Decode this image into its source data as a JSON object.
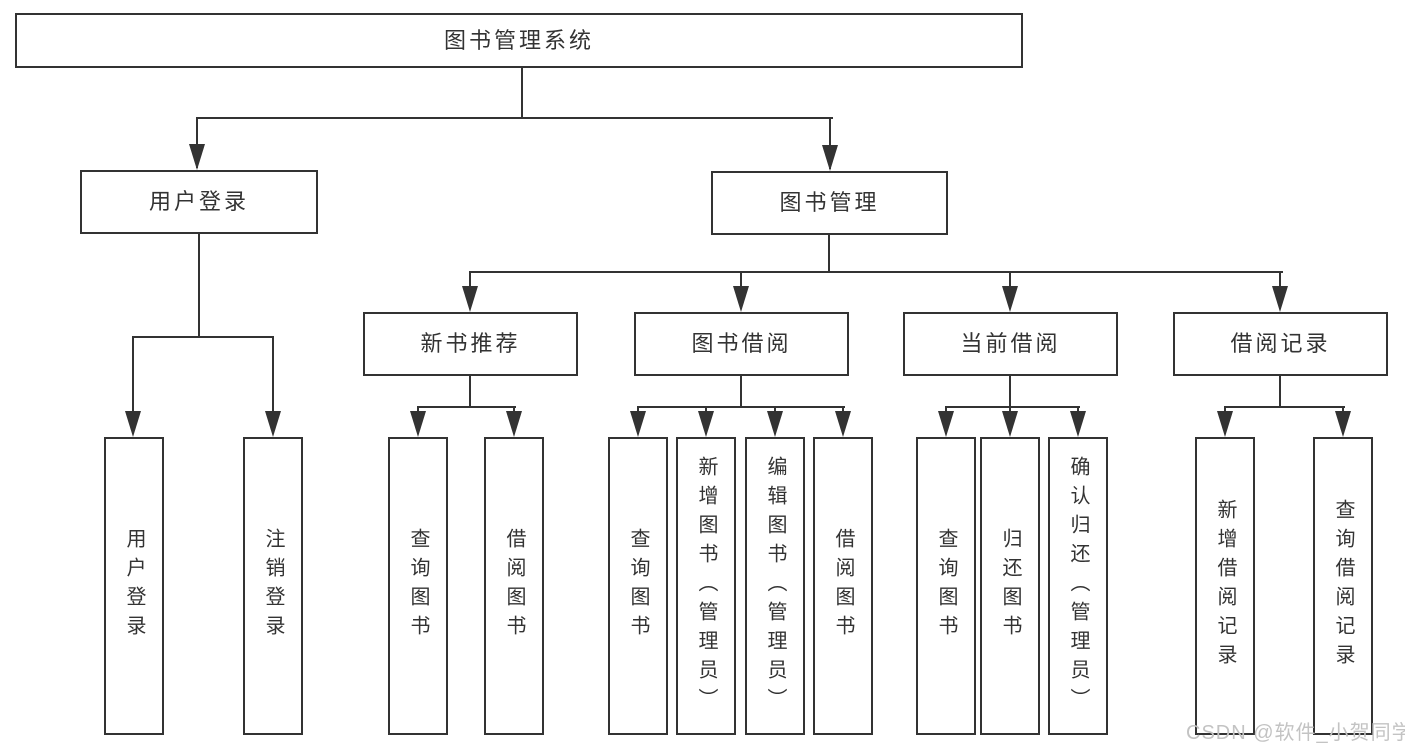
{
  "diagram": {
    "root": {
      "label": "图书管理系统"
    },
    "branches": [
      {
        "label": "用户登录",
        "children": [
          {
            "label": "用户登录"
          },
          {
            "label": "注销登录"
          }
        ]
      },
      {
        "label": "图书管理",
        "children": [
          {
            "label": "新书推荐",
            "children": [
              {
                "label": "查询图书"
              },
              {
                "label": "借阅图书"
              }
            ]
          },
          {
            "label": "图书借阅",
            "children": [
              {
                "label": "查询图书"
              },
              {
                "label": "新增图书（管理员）"
              },
              {
                "label": "编辑图书（管理员）"
              },
              {
                "label": "借阅图书"
              }
            ]
          },
          {
            "label": "当前借阅",
            "children": [
              {
                "label": "查询图书"
              },
              {
                "label": "归还图书"
              },
              {
                "label": "确认归还（管理员）"
              }
            ]
          },
          {
            "label": "借阅记录",
            "children": [
              {
                "label": "新增借阅记录"
              },
              {
                "label": "查询借阅记录"
              }
            ]
          }
        ]
      }
    ]
  },
  "watermark": {
    "text": "CSDN @软件_小贺同学"
  },
  "colors": {
    "line": "#333333",
    "background": "#ffffff",
    "watermark": "#c3c3c3"
  }
}
